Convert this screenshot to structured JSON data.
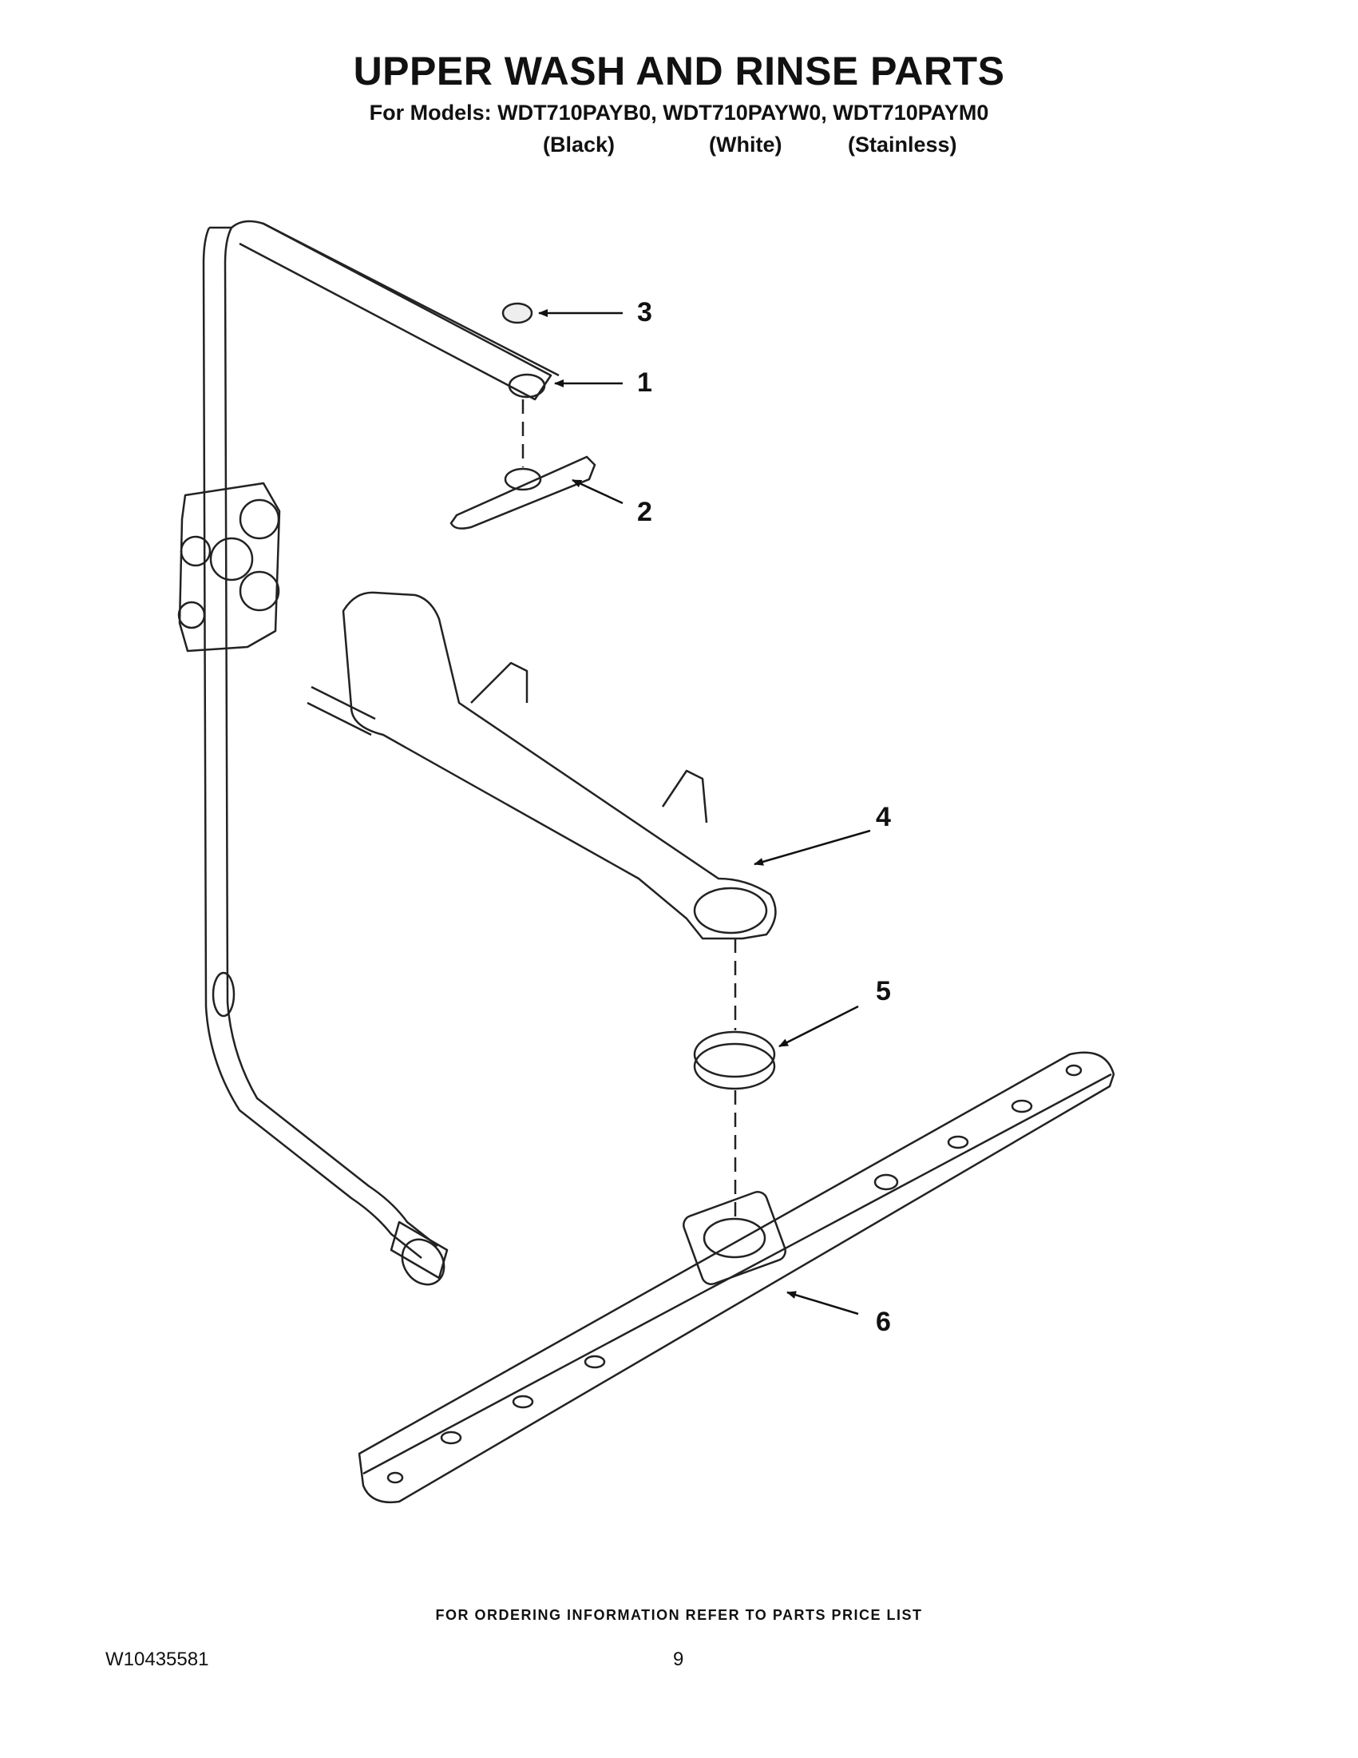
{
  "header": {
    "title": "UPPER WASH AND RINSE PARTS",
    "models_line": "For Models: WDT710PAYB0, WDT710PAYW0, WDT710PAYM0",
    "variants": [
      "(Black)",
      "(White)",
      "(Stainless)"
    ]
  },
  "callouts": [
    "3",
    "1",
    "2",
    "4",
    "5",
    "6"
  ],
  "footer": {
    "ordering_note": "FOR ORDERING INFORMATION REFER TO PARTS PRICE LIST",
    "document_number": "W10435581",
    "page_number": "9"
  }
}
